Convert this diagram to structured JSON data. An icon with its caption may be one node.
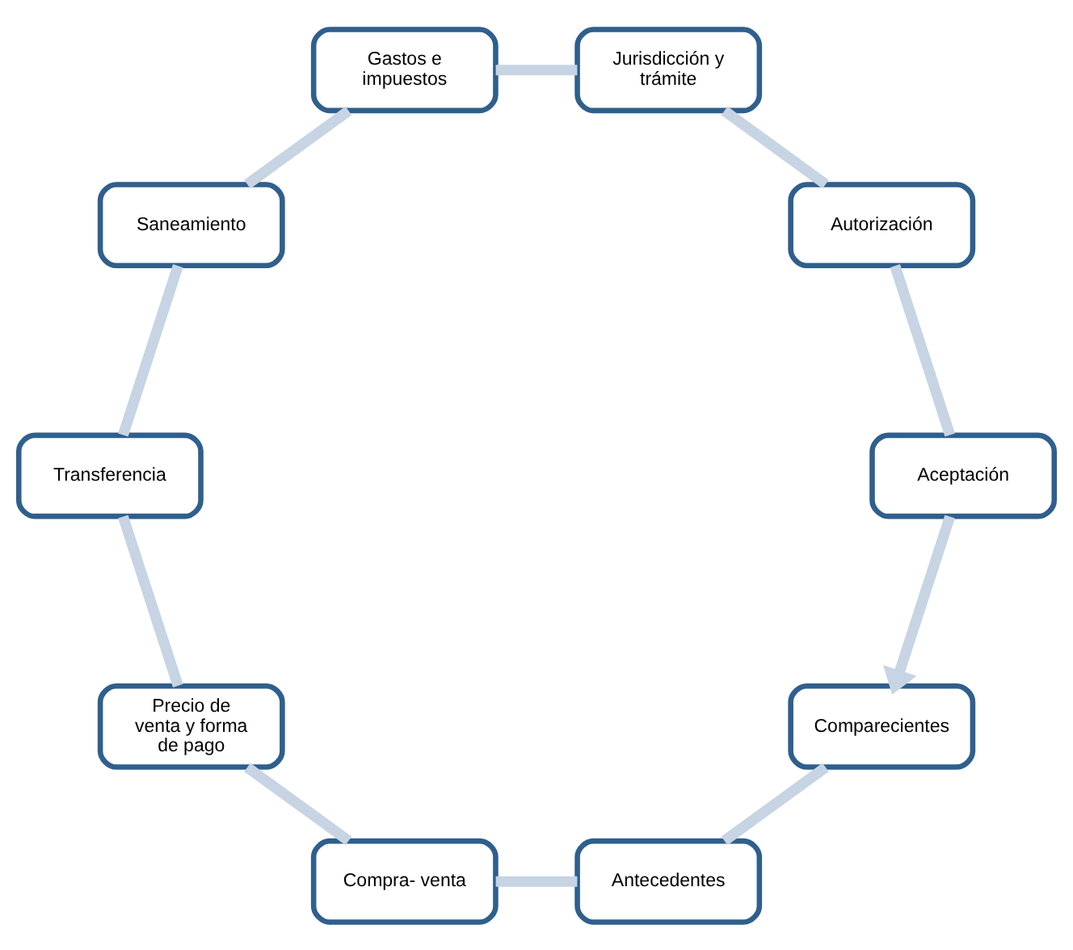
{
  "diagram": {
    "nodes": [
      {
        "text": [
          "Comparecientes"
        ]
      },
      {
        "text": [
          "Antecedentes"
        ]
      },
      {
        "text": [
          "Compra- venta"
        ]
      },
      {
        "text": [
          "Precio de venta y forma de pago"
        ]
      },
      {
        "text": [
          "Transferencia"
        ]
      },
      {
        "text": [
          "Saneamiento"
        ]
      },
      {
        "text": [
          "Gastos e impuestos"
        ]
      },
      {
        "text": [
          "Jurisdicción y trámite"
        ]
      },
      {
        "text": [
          "Autorización"
        ]
      },
      {
        "text": [
          "Aceptación"
        ]
      }
    ],
    "edges": [
      {
        "from": 0,
        "to": 1,
        "arrow": "none"
      },
      {
        "from": 1,
        "to": 2,
        "arrow": "none"
      },
      {
        "from": 2,
        "to": 3,
        "arrow": "none"
      },
      {
        "from": 3,
        "to": 4,
        "arrow": "none"
      },
      {
        "from": 4,
        "to": 5,
        "arrow": "none"
      },
      {
        "from": 5,
        "to": 6,
        "arrow": "none"
      },
      {
        "from": 6,
        "to": 7,
        "arrow": "none"
      },
      {
        "from": 7,
        "to": 8,
        "arrow": "none"
      },
      {
        "from": 8,
        "to": 9,
        "arrow": "none"
      },
      {
        "from": 9,
        "to": 0,
        "arrow": "to"
      }
    ]
  }
}
